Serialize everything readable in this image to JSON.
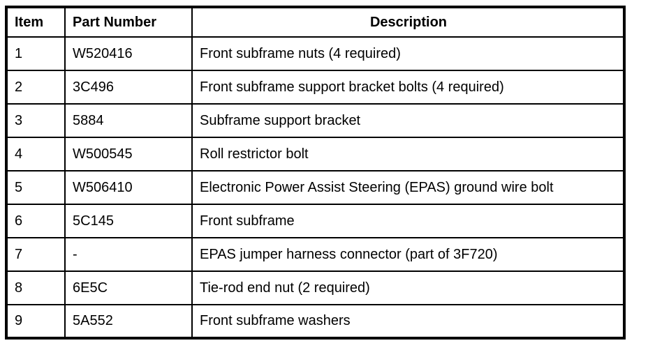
{
  "table": {
    "headers": {
      "item": "Item",
      "part_number": "Part Number",
      "description": "Description"
    },
    "rows": [
      {
        "item": "1",
        "part_number": "W520416",
        "description": "Front subframe nuts (4 required)"
      },
      {
        "item": "2",
        "part_number": "3C496",
        "description": "Front subframe support bracket bolts (4 required)"
      },
      {
        "item": "3",
        "part_number": "5884",
        "description": "Subframe support bracket"
      },
      {
        "item": "4",
        "part_number": "W500545",
        "description": "Roll restrictor bolt"
      },
      {
        "item": "5",
        "part_number": "W506410",
        "description": "Electronic Power Assist Steering (EPAS) ground wire bolt"
      },
      {
        "item": "6",
        "part_number": "5C145",
        "description": "Front subframe"
      },
      {
        "item": "7",
        "part_number": "-",
        "description": "EPAS jumper harness connector (part of 3F720)"
      },
      {
        "item": "8",
        "part_number": "6E5C",
        "description": "Tie-rod end nut (2 required)"
      },
      {
        "item": "9",
        "part_number": "5A552",
        "description": "Front subframe washers"
      }
    ],
    "colors": {
      "border": "#000000",
      "background": "#ffffff",
      "text": "#000000"
    }
  }
}
